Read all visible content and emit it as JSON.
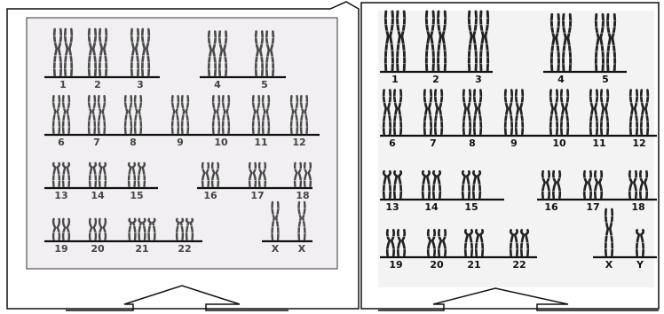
{
  "left_panel": {
    "background": "#f1eff1",
    "chromosome_color": "#4a4a4a",
    "label_color": "#444444",
    "rows": [
      [
        "1",
        "2",
        "3",
        "4",
        "5"
      ],
      [
        "6",
        "7",
        "8",
        "9",
        "10",
        "11",
        "12"
      ],
      [
        "13",
        "14",
        "15",
        "16",
        "17",
        "18"
      ],
      [
        "19",
        "20",
        "21",
        "22",
        "X",
        "X"
      ]
    ],
    "extra_copy": "21"
  },
  "right_panel": {
    "background": "#f3f3f3",
    "chromosome_color": "#222222",
    "label_color": "#111111",
    "rows": [
      [
        "1",
        "2",
        "3",
        "4",
        "5"
      ],
      [
        "6",
        "7",
        "8",
        "9",
        "10",
        "11",
        "12"
      ],
      [
        "13",
        "14",
        "15",
        "16",
        "17",
        "18"
      ],
      [
        "19",
        "20",
        "21",
        "22",
        "X",
        "Y"
      ]
    ]
  },
  "arrows": [
    "up-arrow",
    "up-arrow"
  ]
}
